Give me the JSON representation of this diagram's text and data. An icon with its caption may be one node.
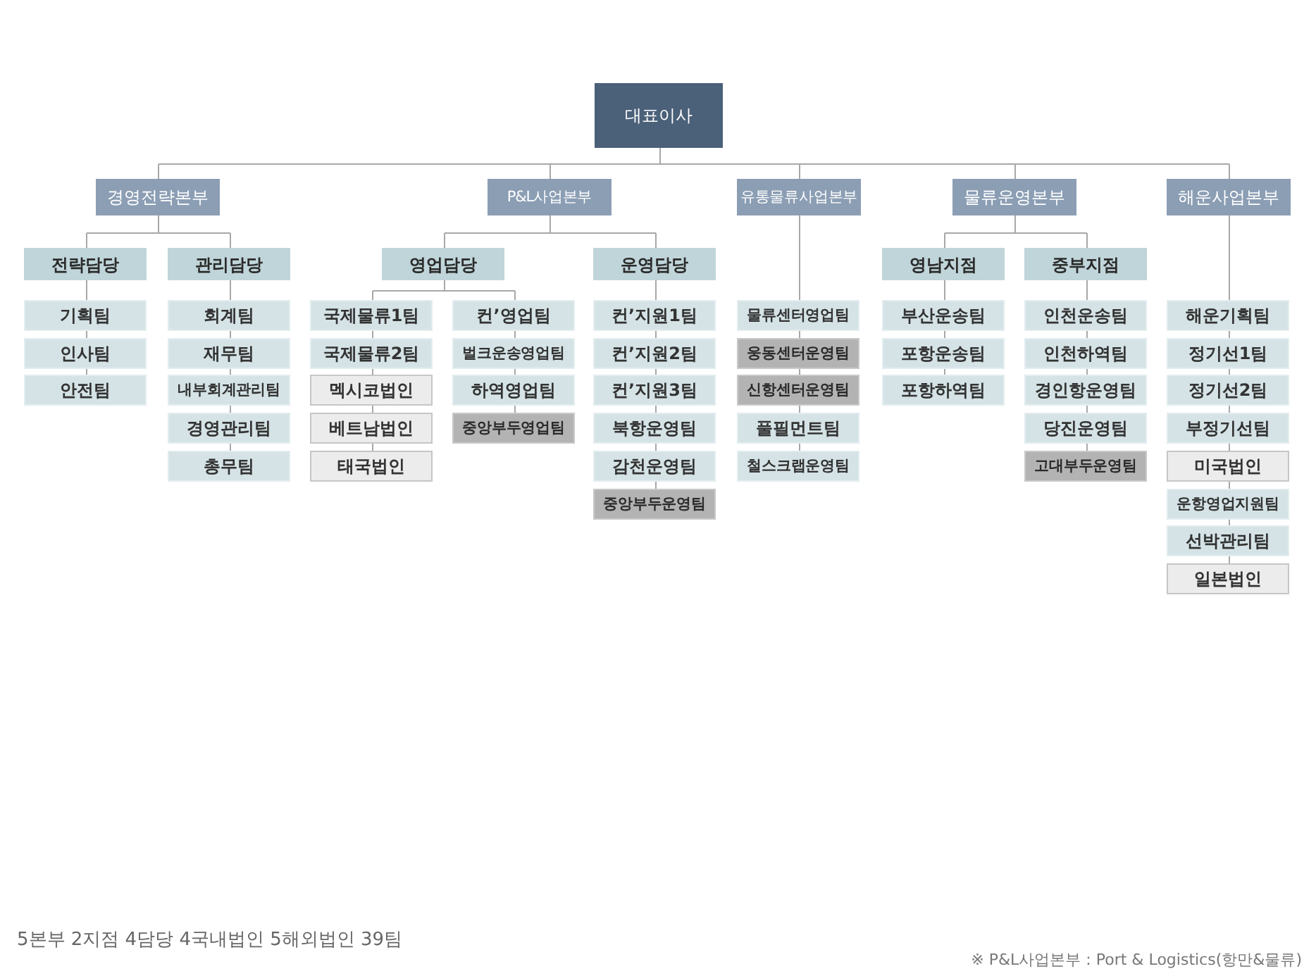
{
  "diagram": {
    "nodes": [
      {
        "text": [
          "대표이사"
        ]
      },
      {
        "text": [
          "경영전략본부"
        ]
      },
      {
        "text": [
          "P&L사업본부"
        ]
      },
      {
        "text": [
          "유통물류사업본부"
        ]
      },
      {
        "text": [
          "물류운영본부"
        ]
      },
      {
        "text": [
          "해운사업본부"
        ]
      },
      {
        "text": [
          "전략담당"
        ]
      },
      {
        "text": [
          "관리담당"
        ]
      },
      {
        "text": [
          "영업담당"
        ]
      },
      {
        "text": [
          "운영담당"
        ]
      },
      {
        "text": [
          "영남지점"
        ]
      },
      {
        "text": [
          "중부지점"
        ]
      },
      {
        "text": [
          "기획팀"
        ]
      },
      {
        "text": [
          "인사팀"
        ]
      },
      {
        "text": [
          "안전팀"
        ]
      },
      {
        "text": [
          "회계팀"
        ]
      },
      {
        "text": [
          "재무팀"
        ]
      },
      {
        "text": [
          "내부회계관리팀"
        ]
      },
      {
        "text": [
          "경영관리팀"
        ]
      },
      {
        "text": [
          "총무팀"
        ]
      },
      {
        "text": [
          "국제물류1팀"
        ]
      },
      {
        "text": [
          "국제물류2팀"
        ]
      },
      {
        "text": [
          "멕시코법인"
        ]
      },
      {
        "text": [
          "베트남법인"
        ]
      },
      {
        "text": [
          "태국법인"
        ]
      },
      {
        "text": [
          "컨’영업팀"
        ]
      },
      {
        "text": [
          "벌크운송영업팀"
        ]
      },
      {
        "text": [
          "하역영업팀"
        ]
      },
      {
        "text": [
          "중앙부두영업팀"
        ]
      },
      {
        "text": [
          "컨’지원1팀"
        ]
      },
      {
        "text": [
          "컨’지원2팀"
        ]
      },
      {
        "text": [
          "컨’지원3팀"
        ]
      },
      {
        "text": [
          "북항운영팀"
        ]
      },
      {
        "text": [
          "감천운영팀"
        ]
      },
      {
        "text": [
          "중앙부두운영팀"
        ]
      },
      {
        "text": [
          "물류센터영업팀"
        ]
      },
      {
        "text": [
          "웅동센터운영팀"
        ]
      },
      {
        "text": [
          "신항센터운영팀"
        ]
      },
      {
        "text": [
          "풀필먼트팀"
        ]
      },
      {
        "text": [
          "철스크랩운영팀"
        ]
      },
      {
        "text": [
          "부산운송팀"
        ]
      },
      {
        "text": [
          "포항운송팀"
        ]
      },
      {
        "text": [
          "포항하역팀"
        ]
      },
      {
        "text": [
          "인천운송팀"
        ]
      },
      {
        "text": [
          "인천하역팀"
        ]
      },
      {
        "text": [
          "경인항운영팀"
        ]
      },
      {
        "text": [
          "당진운영팀"
        ]
      },
      {
        "text": [
          "고대부두운영팀"
        ]
      },
      {
        "text": [
          "해운기획팀"
        ]
      },
      {
        "text": [
          "정기선1팀"
        ]
      },
      {
        "text": [
          "정기선2팀"
        ]
      },
      {
        "text": [
          "부정기선팀"
        ]
      },
      {
        "text": [
          "미국법인"
        ]
      },
      {
        "text": [
          "운항영업지원팀"
        ]
      },
      {
        "text": [
          "선박관리팀"
        ]
      },
      {
        "text": [
          "일본법인"
        ]
      }
    ],
    "edges": [
      {
        "from": 0,
        "to": 1,
        "arrow": "none"
      },
      {
        "from": 0,
        "to": 2,
        "arrow": "none"
      },
      {
        "from": 0,
        "to": 3,
        "arrow": "none"
      },
      {
        "from": 0,
        "to": 4,
        "arrow": "none"
      },
      {
        "from": 0,
        "to": 5,
        "arrow": "none"
      },
      {
        "from": 1,
        "to": 6,
        "arrow": "none"
      },
      {
        "from": 1,
        "to": 7,
        "arrow": "none"
      },
      {
        "from": 2,
        "to": 8,
        "arrow": "none"
      },
      {
        "from": 2,
        "to": 9,
        "arrow": "none"
      },
      {
        "from": 4,
        "to": 10,
        "arrow": "none"
      },
      {
        "from": 4,
        "to": 11,
        "arrow": "none"
      },
      {
        "from": 6,
        "to": 12,
        "arrow": "none"
      },
      {
        "from": 12,
        "to": 13,
        "arrow": "none"
      },
      {
        "from": 13,
        "to": 14,
        "arrow": "none"
      },
      {
        "from": 7,
        "to": 15,
        "arrow": "none"
      },
      {
        "from": 15,
        "to": 16,
        "arrow": "none"
      },
      {
        "from": 16,
        "to": 17,
        "arrow": "none"
      },
      {
        "from": 17,
        "to": 18,
        "arrow": "none"
      },
      {
        "from": 18,
        "to": 19,
        "arrow": "none"
      },
      {
        "from": 8,
        "to": 20,
        "arrow": "none"
      },
      {
        "from": 20,
        "to": 21,
        "arrow": "none"
      },
      {
        "from": 21,
        "to": 22,
        "arrow": "none"
      },
      {
        "from": 22,
        "to": 23,
        "arrow": "none"
      },
      {
        "from": 23,
        "to": 24,
        "arrow": "none"
      },
      {
        "from": 8,
        "to": 25,
        "arrow": "none"
      },
      {
        "from": 25,
        "to": 26,
        "arrow": "none"
      },
      {
        "from": 26,
        "to": 27,
        "arrow": "none"
      },
      {
        "from": 27,
        "to": 28,
        "arrow": "none"
      },
      {
        "from": 9,
        "to": 29,
        "arrow": "none"
      },
      {
        "from": 29,
        "to": 30,
        "arrow": "none"
      },
      {
        "from": 30,
        "to": 31,
        "arrow": "none"
      },
      {
        "from": 31,
        "to": 32,
        "arrow": "none"
      },
      {
        "from": 32,
        "to": 33,
        "arrow": "none"
      },
      {
        "from": 33,
        "to": 34,
        "arrow": "none"
      },
      {
        "from": 3,
        "to": 35,
        "arrow": "none"
      },
      {
        "from": 35,
        "to": 36,
        "arrow": "none"
      },
      {
        "from": 36,
        "to": 37,
        "arrow": "none"
      },
      {
        "from": 37,
        "to": 38,
        "arrow": "none"
      },
      {
        "from": 38,
        "to": 39,
        "arrow": "none"
      },
      {
        "from": 10,
        "to": 40,
        "arrow": "none"
      },
      {
        "from": 40,
        "to": 41,
        "arrow": "none"
      },
      {
        "from": 41,
        "to": 42,
        "arrow": "none"
      },
      {
        "from": 11,
        "to": 43,
        "arrow": "none"
      },
      {
        "from": 43,
        "to": 44,
        "arrow": "none"
      },
      {
        "from": 44,
        "to": 45,
        "arrow": "none"
      },
      {
        "from": 45,
        "to": 46,
        "arrow": "none"
      },
      {
        "from": 46,
        "to": 47,
        "arrow": "none"
      },
      {
        "from": 5,
        "to": 48,
        "arrow": "none"
      },
      {
        "from": 48,
        "to": 49,
        "arrow": "none"
      },
      {
        "from": 49,
        "to": 50,
        "arrow": "none"
      },
      {
        "from": 50,
        "to": 51,
        "arrow": "none"
      },
      {
        "from": 51,
        "to": 52,
        "arrow": "none"
      },
      {
        "from": 52,
        "to": 53,
        "arrow": "none"
      },
      {
        "from": 53,
        "to": 54,
        "arrow": "none"
      },
      {
        "from": 54,
        "to": 55,
        "arrow": "none"
      }
    ],
    "labels": [
      "5본부 2지점 4담당 4국내법인 5해외법인 39팀",
      "※ P&L사업본부 : Port & Logistics(항만&물류)"
    ]
  }
}
